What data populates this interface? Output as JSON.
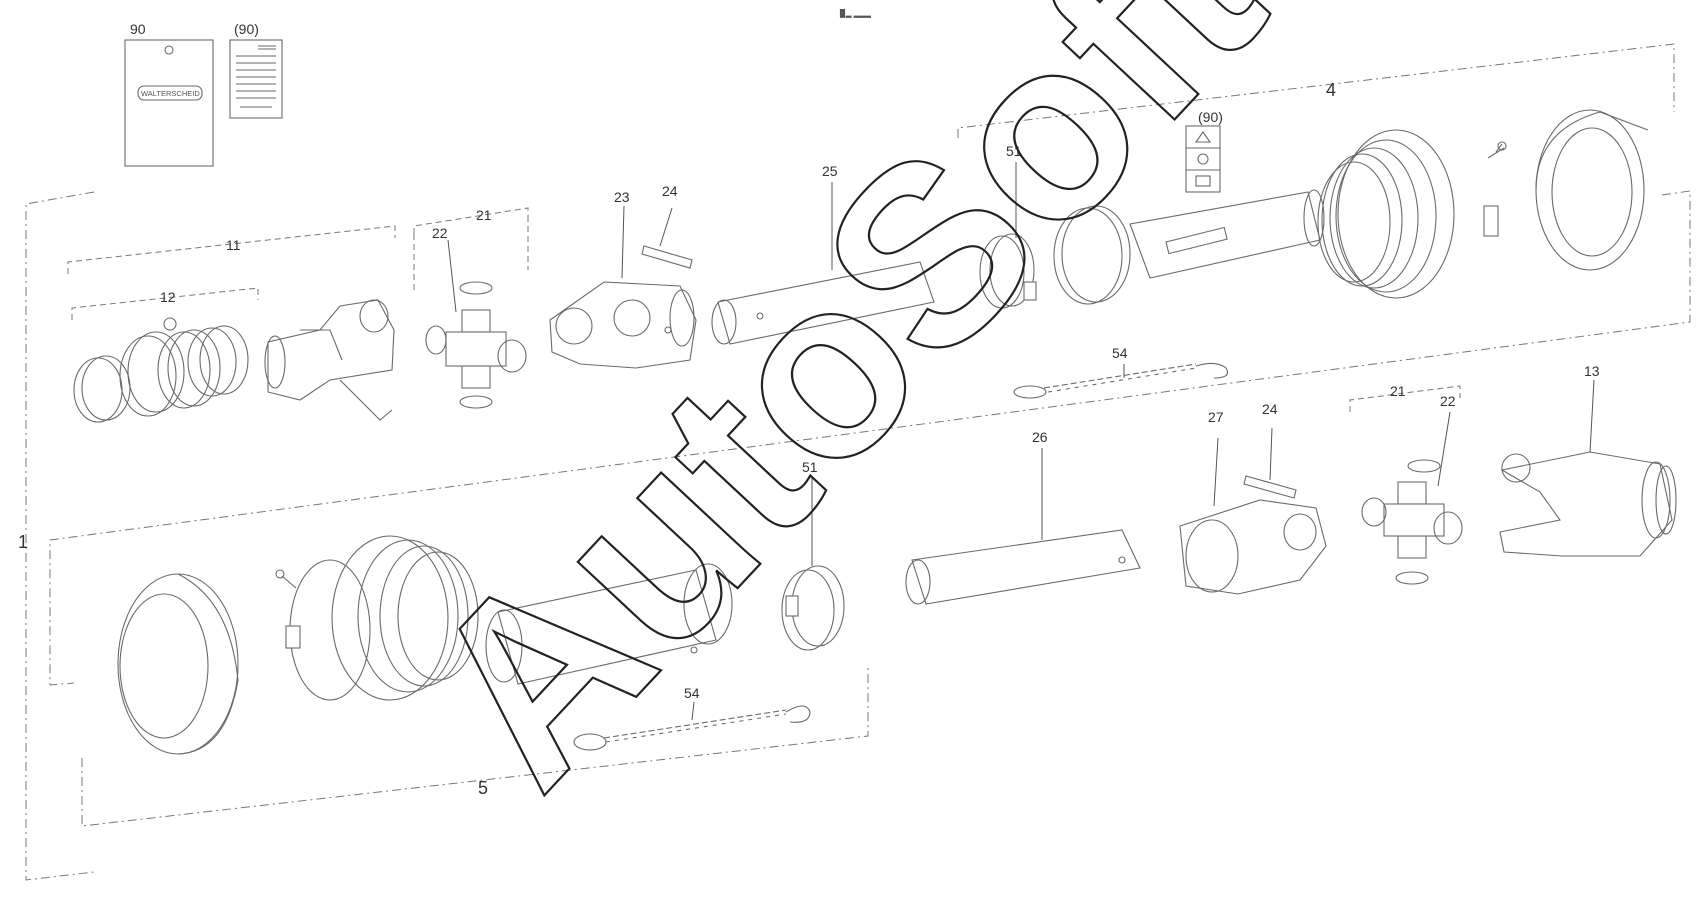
{
  "header_mark": "▉▂ ▂▂▂",
  "watermark": "AutoSoft",
  "brand_label": "WALTERSCHEID",
  "callouts": {
    "c90": "90",
    "c90b": "(90)",
    "c90c": "(90)",
    "c1": "1",
    "c4": "4",
    "c5": "5",
    "c11": "11",
    "c12": "12",
    "c13": "13",
    "c21a": "21",
    "c21b": "21",
    "c22a": "22",
    "c22b": "22",
    "c23": "23",
    "c24a": "24",
    "c24b": "24",
    "c25": "25",
    "c26": "26",
    "c27": "27",
    "c51a": "51",
    "c51b": "51",
    "c54a": "54",
    "c54b": "54"
  }
}
